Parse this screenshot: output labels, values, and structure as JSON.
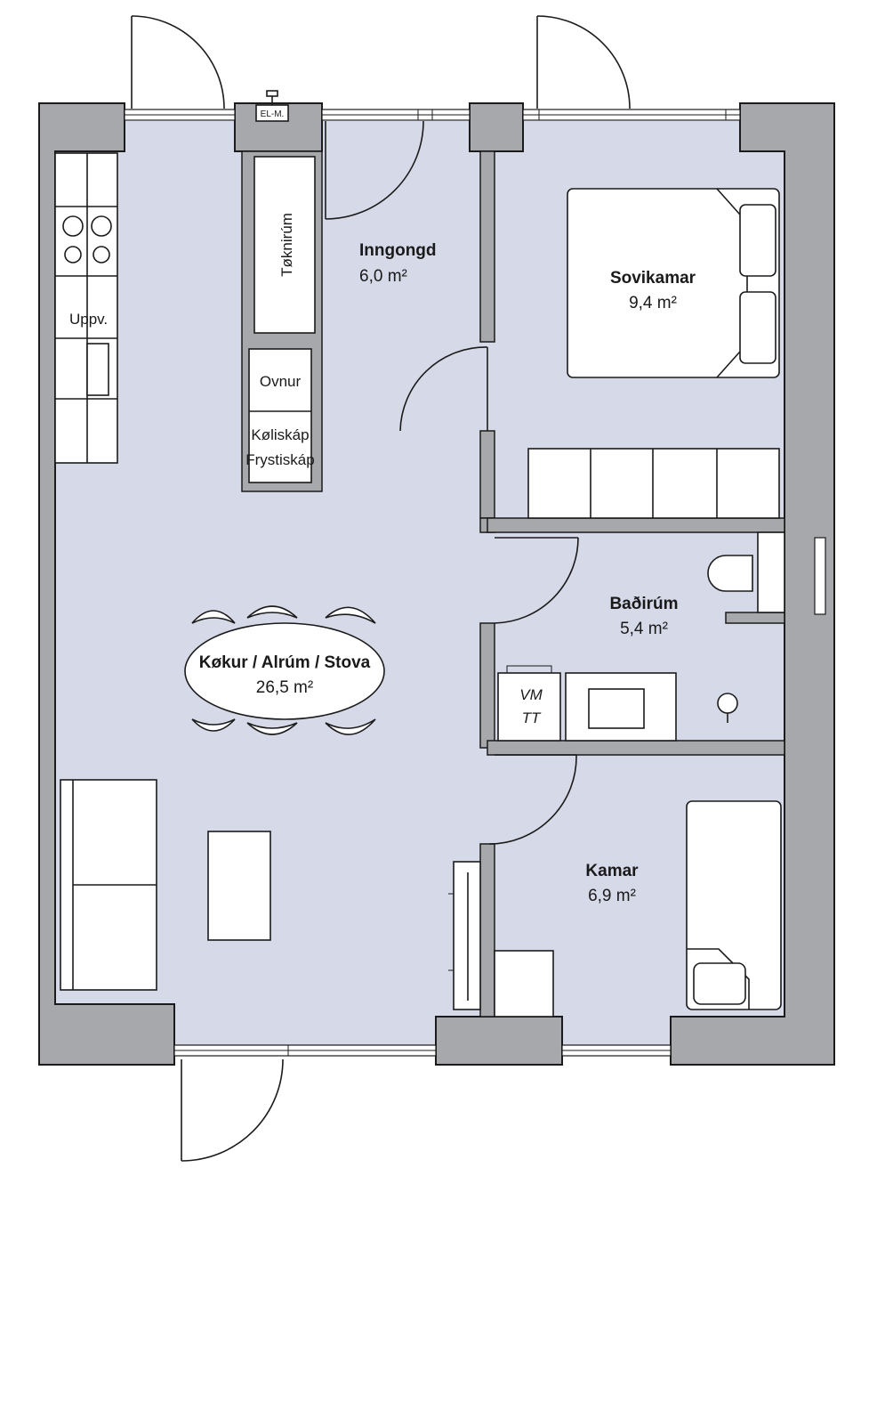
{
  "rooms": {
    "kitchen_living": {
      "name": "Køkur / Alrúm / Stova",
      "area": "26,5 m²"
    },
    "entrance": {
      "name": "Inngongd",
      "area": "6,0 m²"
    },
    "bedroom": {
      "name": "Sovikamar",
      "area": "9,4 m²"
    },
    "bathroom": {
      "name": "Baðirúm",
      "area": "5,4 m²"
    },
    "room": {
      "name": "Kamar",
      "area": "6,9 m²"
    }
  },
  "fixtures": {
    "electric_meter": "EL-M.",
    "technical_room": "Tøknirúm",
    "dishwasher": "Uppv.",
    "oven": "Ovnur",
    "fridge": "Køliskáp",
    "freezer": "Frystiskáp",
    "washing_machine": "VM",
    "tumble_dryer": "TT"
  },
  "colors": {
    "floor": "#d6d9e8",
    "wall": "#a7a8ab",
    "outline": "#1b1b1b",
    "furniture": "#ffffff"
  }
}
